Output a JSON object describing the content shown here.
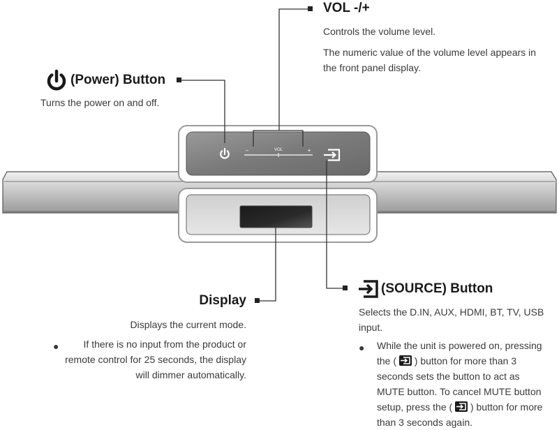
{
  "vol": {
    "title": "VOL -/+",
    "desc1": "Controls the volume level.",
    "desc2a": "The numeric value of the volume level appears in",
    "desc2b": "the front panel display."
  },
  "power": {
    "title": "(Power) Button",
    "desc": "Turns the power on and off."
  },
  "display": {
    "title": "Display",
    "desc": "Displays the current mode.",
    "bullet_line1": "If there is no input from the product or",
    "bullet_line2": "remote control for 25 seconds, the display",
    "bullet_line3": "will dimmer automatically."
  },
  "source": {
    "title": "(SOURCE) Button",
    "desc_line1": "Selects the D.IN, AUX, HDMI, BT, TV, USB",
    "desc_line2": "input.",
    "bullet_l1": "While the unit is powered on, pressing",
    "bullet_l2a": "the (",
    "bullet_l2b": ") button for more than 3",
    "bullet_l3": "seconds sets the button to act as",
    "bullet_l4": "MUTE button. To cancel MUTE button",
    "bullet_l5a": "setup, press the (",
    "bullet_l5b": ") button for more",
    "bullet_l6": "than 3 seconds again."
  },
  "panel": {
    "vol_label": "VOL",
    "minus": "–",
    "plus": "+"
  },
  "icons": [
    "power-icon",
    "source-icon"
  ]
}
